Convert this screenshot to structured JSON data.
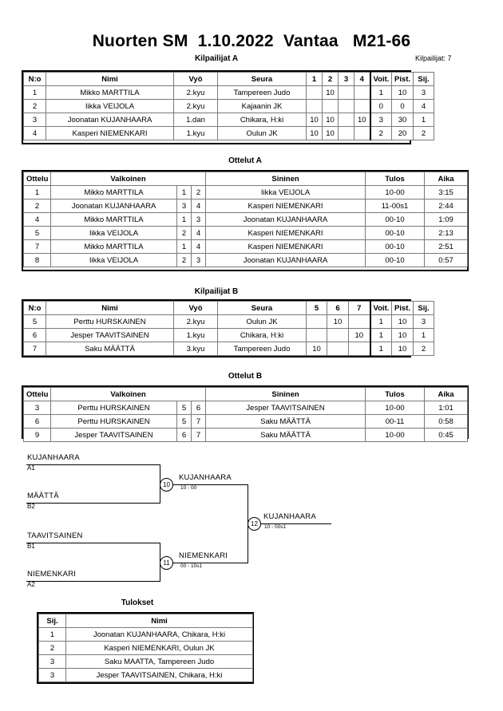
{
  "header": {
    "title": "Nuorten SM  1.10.2022  Vantaa   M21-66",
    "entrant_count_label": "Kilpailijat: 7"
  },
  "sections": {
    "pool_a_title": "Kilpailijat A",
    "matches_a_title": "Ottelut A",
    "pool_b_title": "Kilpailijat B",
    "matches_b_title": "Ottelut B",
    "results_title": "Tulokset"
  },
  "pool_a": {
    "headers": {
      "no": "N:o",
      "name": "Nimi",
      "belt": "Vyö",
      "club": "Seura",
      "opp": [
        "1",
        "2",
        "3",
        "4"
      ],
      "wins": "Voit.",
      "points": "Pist.",
      "rank": "Sij."
    },
    "rows": [
      {
        "no": "1",
        "name": "Mikko MARTTILA",
        "belt": "2.kyu",
        "club": "Tampereen Judo",
        "opp": [
          "",
          "10",
          "",
          ""
        ],
        "wins": "1",
        "points": "10",
        "rank": "3"
      },
      {
        "no": "2",
        "name": "Iikka VEIJOLA",
        "belt": "2.kyu",
        "club": "Kajaanin JK",
        "opp": [
          "",
          "",
          "",
          ""
        ],
        "wins": "0",
        "points": "0",
        "rank": "4"
      },
      {
        "no": "3",
        "name": "Joonatan KUJANHAARA",
        "belt": "1.dan",
        "club": "Chikara, H:ki",
        "opp": [
          "10",
          "10",
          "",
          "10"
        ],
        "wins": "3",
        "points": "30",
        "rank": "1"
      },
      {
        "no": "4",
        "name": "Kasperi NIEMENKARI",
        "belt": "1.kyu",
        "club": "Oulun JK",
        "opp": [
          "10",
          "10",
          "",
          ""
        ],
        "wins": "2",
        "points": "20",
        "rank": "2"
      }
    ]
  },
  "matches_a": {
    "headers": {
      "match": "Ottelu",
      "white": "Valkoinen",
      "blue": "Sininen",
      "result": "Tulos",
      "time": "Aika"
    },
    "rows": [
      {
        "match": "1",
        "white": "Mikko MARTTILA",
        "white_no": "1",
        "blue_no": "2",
        "blue": "Iikka VEIJOLA",
        "result": "10-00",
        "time": "3:15"
      },
      {
        "match": "2",
        "white": "Joonatan KUJANHAARA",
        "white_no": "3",
        "blue_no": "4",
        "blue": "Kasperi NIEMENKARI",
        "result": "11-00s1",
        "time": "2:44"
      },
      {
        "match": "4",
        "white": "Mikko MARTTILA",
        "white_no": "1",
        "blue_no": "3",
        "blue": "Joonatan KUJANHAARA",
        "result": "00-10",
        "time": "1:09"
      },
      {
        "match": "5",
        "white": "Iikka VEIJOLA",
        "white_no": "2",
        "blue_no": "4",
        "blue": "Kasperi NIEMENKARI",
        "result": "00-10",
        "time": "2:13"
      },
      {
        "match": "7",
        "white": "Mikko MARTTILA",
        "white_no": "1",
        "blue_no": "4",
        "blue": "Kasperi NIEMENKARI",
        "result": "00-10",
        "time": "2:51"
      },
      {
        "match": "8",
        "white": "Iikka VEIJOLA",
        "white_no": "2",
        "blue_no": "3",
        "blue": "Joonatan KUJANHAARA",
        "result": "00-10",
        "time": "0:57"
      }
    ]
  },
  "pool_b": {
    "headers": {
      "no": "N:o",
      "name": "Nimi",
      "belt": "Vyö",
      "club": "Seura",
      "opp": [
        "5",
        "6",
        "7"
      ],
      "wins": "Voit.",
      "points": "Pist.",
      "rank": "Sij."
    },
    "rows": [
      {
        "no": "5",
        "name": "Perttu HURSKAINEN",
        "belt": "2.kyu",
        "club": "Oulun JK",
        "opp": [
          "",
          "10",
          ""
        ],
        "wins": "1",
        "points": "10",
        "rank": "3"
      },
      {
        "no": "6",
        "name": "Jesper TAAVITSAINEN",
        "belt": "1.kyu",
        "club": "Chikara, H:ki",
        "opp": [
          "",
          "",
          "10"
        ],
        "wins": "1",
        "points": "10",
        "rank": "1"
      },
      {
        "no": "7",
        "name": "Saku MÄÄTTÄ",
        "belt": "3.kyu",
        "club": "Tampereen Judo",
        "opp": [
          "10",
          "",
          ""
        ],
        "wins": "1",
        "points": "10",
        "rank": "2"
      }
    ]
  },
  "matches_b": {
    "headers": {
      "match": "Ottelu",
      "white": "Valkoinen",
      "blue": "Sininen",
      "result": "Tulos",
      "time": "Aika"
    },
    "rows": [
      {
        "match": "3",
        "white": "Perttu HURSKAINEN",
        "white_no": "5",
        "blue_no": "6",
        "blue": "Jesper TAAVITSAINEN",
        "result": "10-00",
        "time": "1:01"
      },
      {
        "match": "6",
        "white": "Perttu HURSKAINEN",
        "white_no": "5",
        "blue_no": "7",
        "blue": "Saku MÄÄTTÄ",
        "result": "00-11",
        "time": "0:58"
      },
      {
        "match": "9",
        "white": "Jesper TAAVITSAINEN",
        "white_no": "6",
        "blue_no": "7",
        "blue": "Saku MÄÄTTÄ",
        "result": "10-00",
        "time": "0:45"
      }
    ]
  },
  "bracket": {
    "slots": {
      "top1_name": "KUJANHAARA",
      "top1_seed": "A1",
      "top2_name": "MÄÄTTÄ",
      "top2_seed": "B2",
      "bot1_name": "TAAVITSAINEN",
      "bot1_seed": "B1",
      "bot2_name": "NIEMENKARI",
      "bot2_seed": "A2"
    },
    "semi_top": {
      "num": "10",
      "winner": "KUJANHAARA",
      "score": "10 - 00"
    },
    "semi_bottom": {
      "num": "11",
      "winner": "NIEMENKARI",
      "score": "00 - 10s1"
    },
    "final": {
      "num": "12",
      "winner": "KUJANHAARA",
      "score": "10 - 00s1"
    }
  },
  "results": {
    "headers": {
      "rank": "Sij.",
      "name": "Nimi"
    },
    "rows": [
      {
        "rank": "1",
        "name": "Joonatan KUJANHAARA, Chikara, H:ki"
      },
      {
        "rank": "2",
        "name": "Kasperi NIEMENKARI, Oulun JK"
      },
      {
        "rank": "3",
        "name": "Saku MAATTA, Tampereen Judo"
      },
      {
        "rank": "3",
        "name": "Jesper TAAVITSAINEN, Chikara, H:ki"
      }
    ]
  }
}
